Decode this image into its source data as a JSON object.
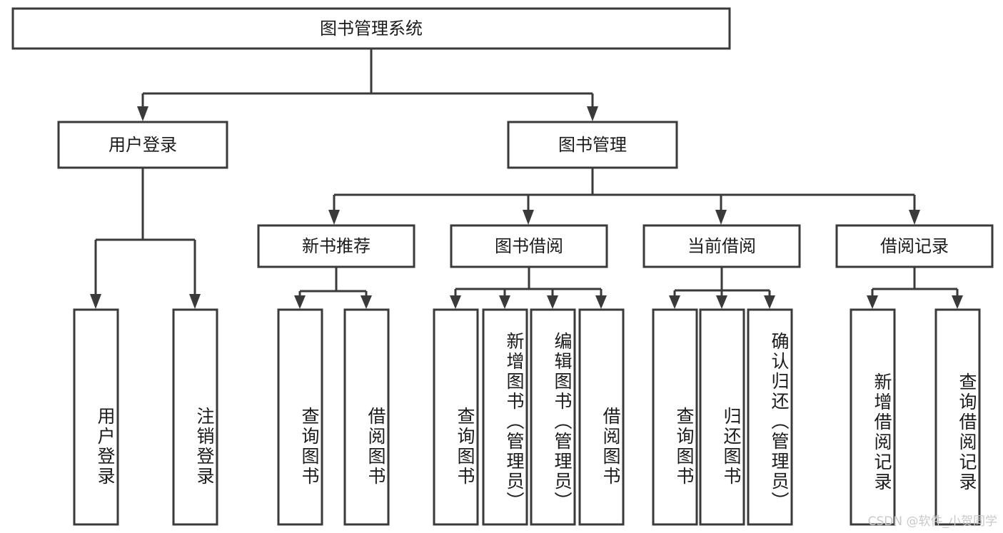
{
  "diagram": {
    "title": "图书管理系统",
    "watermark": "CSDN @软件_小贺同学",
    "colors": {
      "stroke": "#3a3a3a",
      "fill": "#ffffff",
      "text": "#1b1b1b",
      "watermark": "#c9c9c9",
      "background": "#ffffff"
    },
    "root": {
      "label": "图书管理系统"
    },
    "level2": [
      {
        "label": "用户登录"
      },
      {
        "label": "图书管理"
      }
    ],
    "level3": [
      {
        "label": "新书推荐"
      },
      {
        "label": "图书借阅"
      },
      {
        "label": "当前借阅"
      },
      {
        "label": "借阅记录"
      }
    ],
    "leaves": {
      "user_login": [
        {
          "label": "用户登录"
        },
        {
          "label": "注销登录"
        }
      ],
      "new_book_recommend": [
        {
          "label": "查询图书"
        },
        {
          "label": "借阅图书"
        }
      ],
      "book_borrow": [
        {
          "label": "查询图书"
        },
        {
          "label": "新增图书（管理员）"
        },
        {
          "label": "编辑图书（管理员）"
        },
        {
          "label": "借阅图书"
        }
      ],
      "current_borrow": [
        {
          "label": "查询图书"
        },
        {
          "label": "归还图书"
        },
        {
          "label": "确认归还（管理员）"
        }
      ],
      "borrow_record": [
        {
          "label": "新增借阅记录"
        },
        {
          "label": "查询借阅记录"
        }
      ]
    }
  },
  "chart_data": {
    "type": "tree-diagram",
    "title": "图书管理系统",
    "nodes": [
      {
        "id": "root",
        "label": "图书管理系统",
        "level": 0,
        "parent": null
      },
      {
        "id": "n_user_login",
        "label": "用户登录",
        "level": 1,
        "parent": "root"
      },
      {
        "id": "n_book_mgmt",
        "label": "图书管理",
        "level": 1,
        "parent": "root"
      },
      {
        "id": "n_new_book",
        "label": "新书推荐",
        "level": 2,
        "parent": "n_book_mgmt"
      },
      {
        "id": "n_borrow",
        "label": "图书借阅",
        "level": 2,
        "parent": "n_book_mgmt"
      },
      {
        "id": "n_current",
        "label": "当前借阅",
        "level": 2,
        "parent": "n_book_mgmt"
      },
      {
        "id": "n_record",
        "label": "借阅记录",
        "level": 2,
        "parent": "n_book_mgmt"
      },
      {
        "id": "l1",
        "label": "用户登录",
        "level": 3,
        "parent": "n_user_login"
      },
      {
        "id": "l2",
        "label": "注销登录",
        "level": 3,
        "parent": "n_user_login"
      },
      {
        "id": "l3",
        "label": "查询图书",
        "level": 3,
        "parent": "n_new_book"
      },
      {
        "id": "l4",
        "label": "借阅图书",
        "level": 3,
        "parent": "n_new_book"
      },
      {
        "id": "l5",
        "label": "查询图书",
        "level": 3,
        "parent": "n_borrow"
      },
      {
        "id": "l6",
        "label": "新增图书（管理员）",
        "level": 3,
        "parent": "n_borrow"
      },
      {
        "id": "l7",
        "label": "编辑图书（管理员）",
        "level": 3,
        "parent": "n_borrow"
      },
      {
        "id": "l8",
        "label": "借阅图书",
        "level": 3,
        "parent": "n_borrow"
      },
      {
        "id": "l9",
        "label": "查询图书",
        "level": 3,
        "parent": "n_current"
      },
      {
        "id": "l10",
        "label": "归还图书",
        "level": 3,
        "parent": "n_current"
      },
      {
        "id": "l11",
        "label": "确认归还（管理员）",
        "level": 3,
        "parent": "n_current"
      },
      {
        "id": "l12",
        "label": "新增借阅记录",
        "level": 3,
        "parent": "n_record"
      },
      {
        "id": "l13",
        "label": "查询借阅记录",
        "level": 3,
        "parent": "n_record"
      }
    ]
  }
}
